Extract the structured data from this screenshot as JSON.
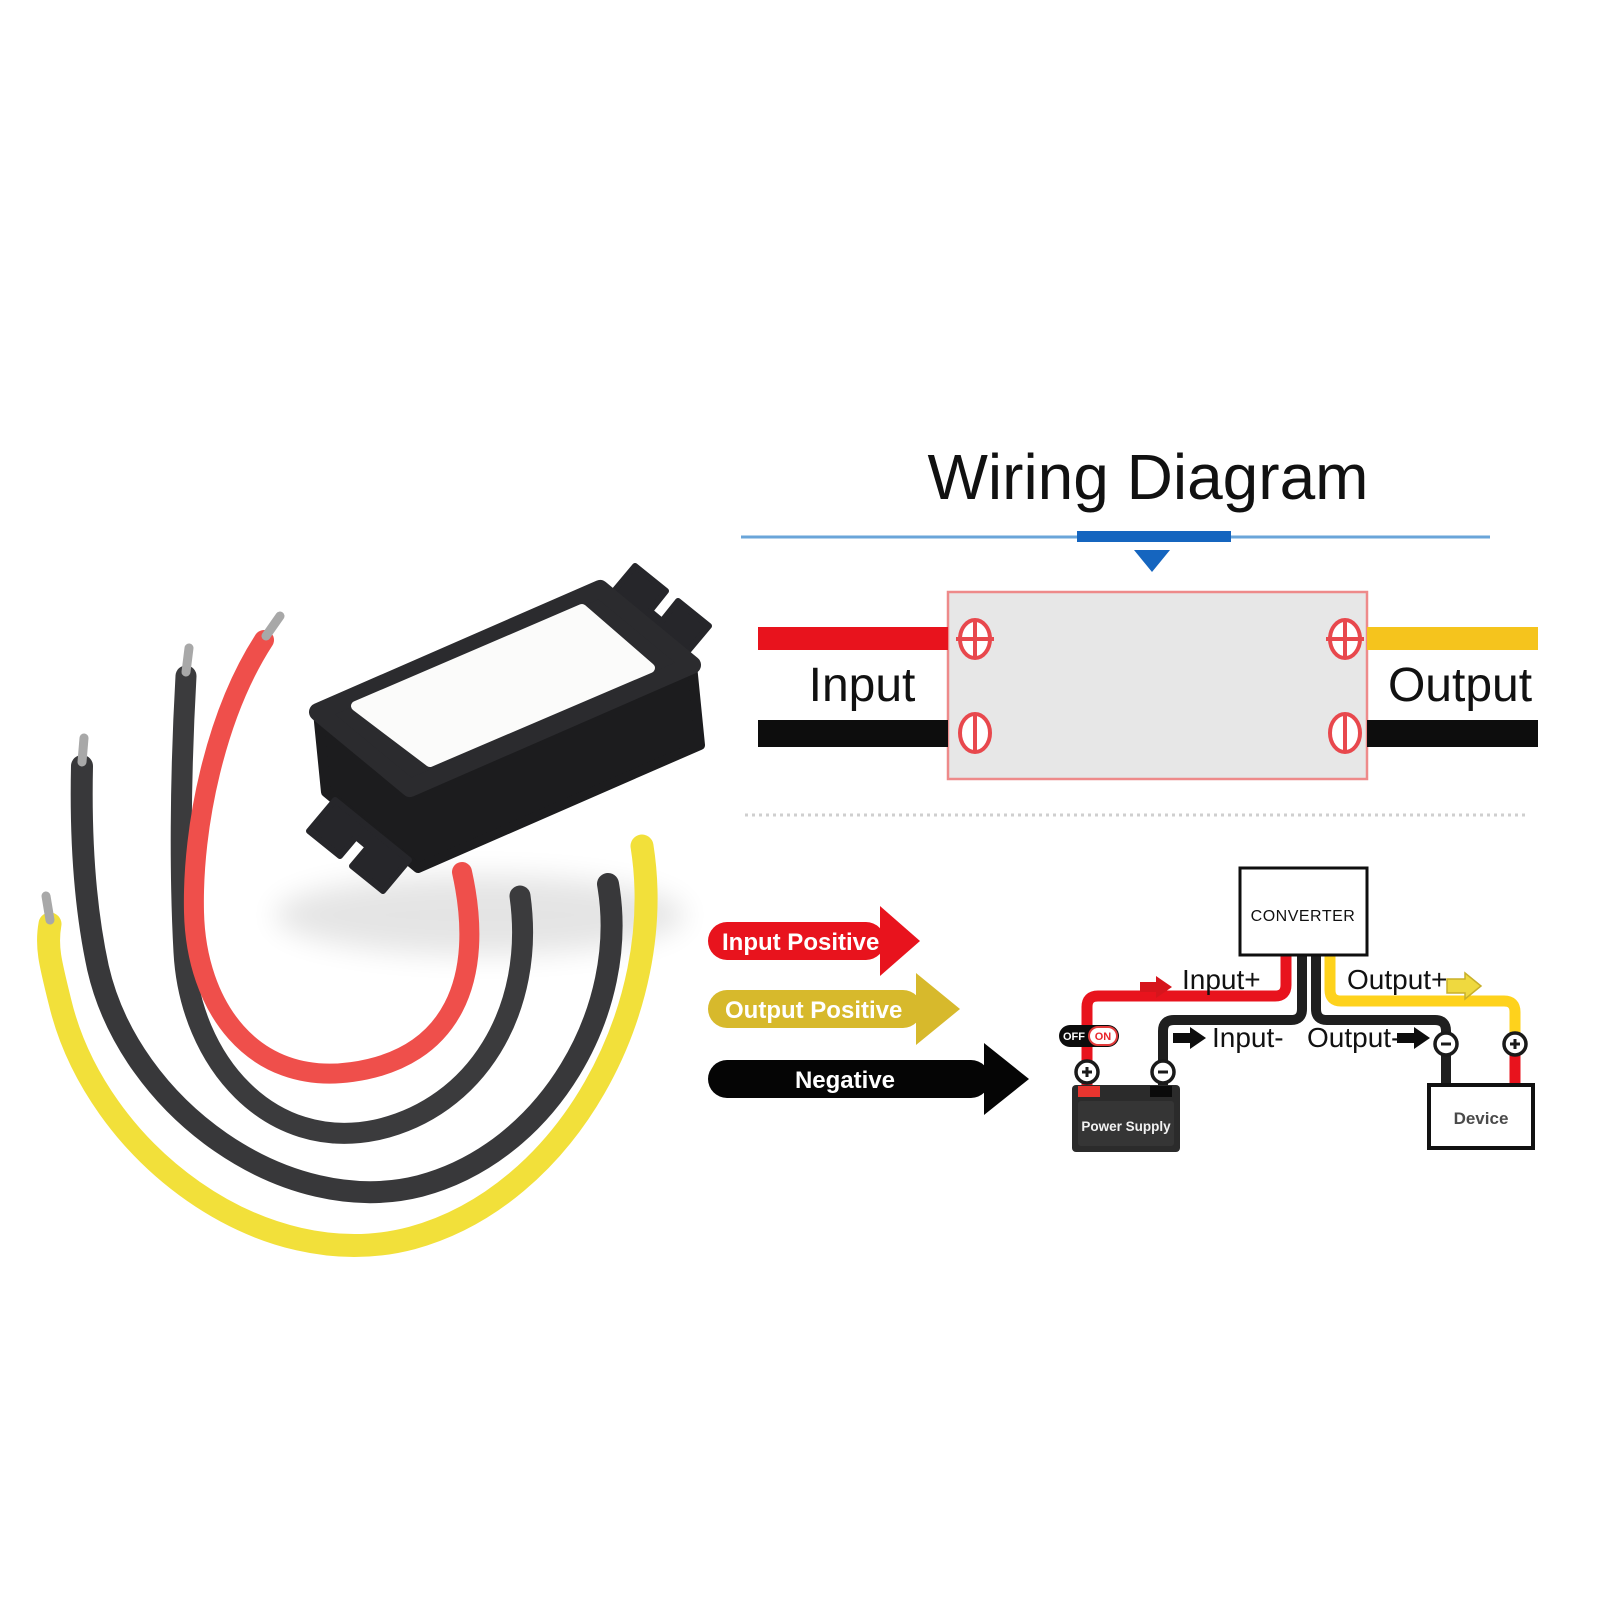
{
  "title": "Wiring Diagram",
  "wiring_panel": {
    "input_label": "Input",
    "output_label": "Output"
  },
  "legend": {
    "input_positive": "Input Positive",
    "output_positive": "Output Positive",
    "negative": "Negative"
  },
  "schematic": {
    "converter_label": "CONVERTER",
    "labels": {
      "input_plus": "Input+",
      "input_minus": "Input-",
      "output_plus": "Output+",
      "output_minus": "Output-"
    },
    "switch": {
      "off": "OFF",
      "on": "ON"
    },
    "power_supply_label": "Power Supply",
    "device_label": "Device"
  },
  "colors": {
    "red": "#e8131d",
    "yellow_wire": "#f5c41d",
    "yellow_schematic": "#fed21c",
    "yellow_arrow": "#d7b92c",
    "black_wire": "#0d0d0d",
    "blue_accent": "#1565bf",
    "blue_light": "#6aa5d9",
    "module_fill": "#e7e7e7",
    "module_border": "#ee8a8a",
    "terminal_red": "#e8484d",
    "photo_box": "#2b2b2e",
    "photo_box_side": "#1c1c1e",
    "photo_label": "#fbfbfa",
    "photo_wire_red": "#ef4f4b",
    "photo_wire_gray": "#3b3b3d",
    "photo_wire_yellow": "#f2e03a",
    "wire_tip_silver": "#a8a8a8"
  }
}
